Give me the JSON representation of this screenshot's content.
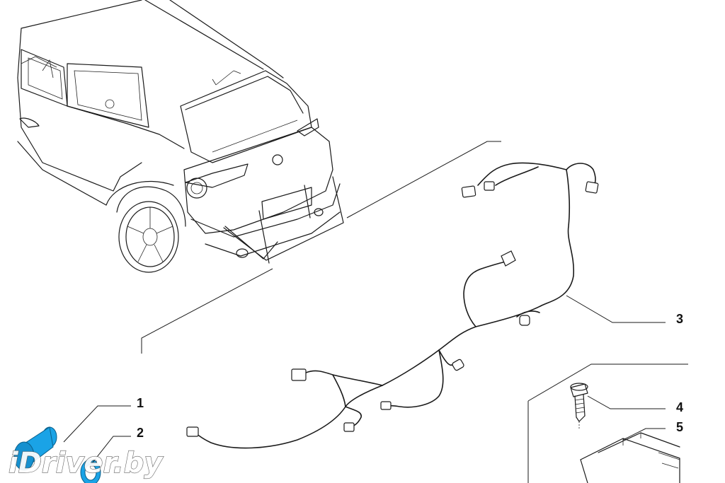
{
  "callouts": [
    {
      "number": "1",
      "part": "parking-sensor"
    },
    {
      "number": "2",
      "part": "sensor-ring"
    },
    {
      "number": "3",
      "part": "wiring-harness"
    },
    {
      "number": "4",
      "part": "screw"
    },
    {
      "number": "5",
      "part": "control-unit"
    }
  ],
  "watermark": "iDriver.by",
  "colors": {
    "line": "#1a1a1a",
    "background": "#ffffff",
    "sensor_highlight": "#1aa3e6"
  }
}
